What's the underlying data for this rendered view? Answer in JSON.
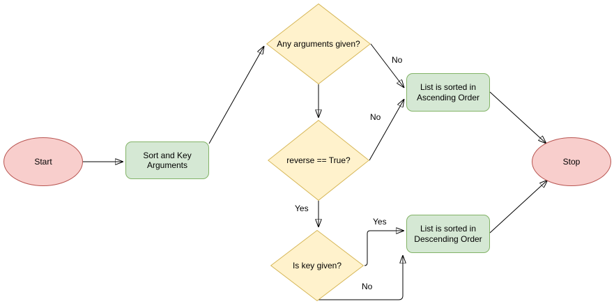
{
  "diagram": {
    "nodes": {
      "start": {
        "label": "Start"
      },
      "sort_args": {
        "label": "Sort and Key Arguments"
      },
      "any_args": {
        "label": "Any arguments given?"
      },
      "reverse": {
        "label": "reverse == True?"
      },
      "key_given": {
        "label": "Is key given?"
      },
      "ascending": {
        "label": "List is sorted in Ascending Order"
      },
      "descending": {
        "label": "List is sorted in Descending Order"
      },
      "stop": {
        "label": "Stop"
      }
    },
    "edge_labels": {
      "any_args_no": "No",
      "reverse_no": "No",
      "reverse_yes": "Yes",
      "key_yes": "Yes",
      "key_no": "No"
    },
    "colors": {
      "terminator_fill": "#f8cecc",
      "terminator_stroke": "#b85450",
      "process_fill": "#d5e8d4",
      "process_stroke": "#82b366",
      "decision_fill": "#fff2cc",
      "decision_stroke": "#d6b656",
      "connector": "#000000",
      "background": "#ffffff"
    }
  }
}
